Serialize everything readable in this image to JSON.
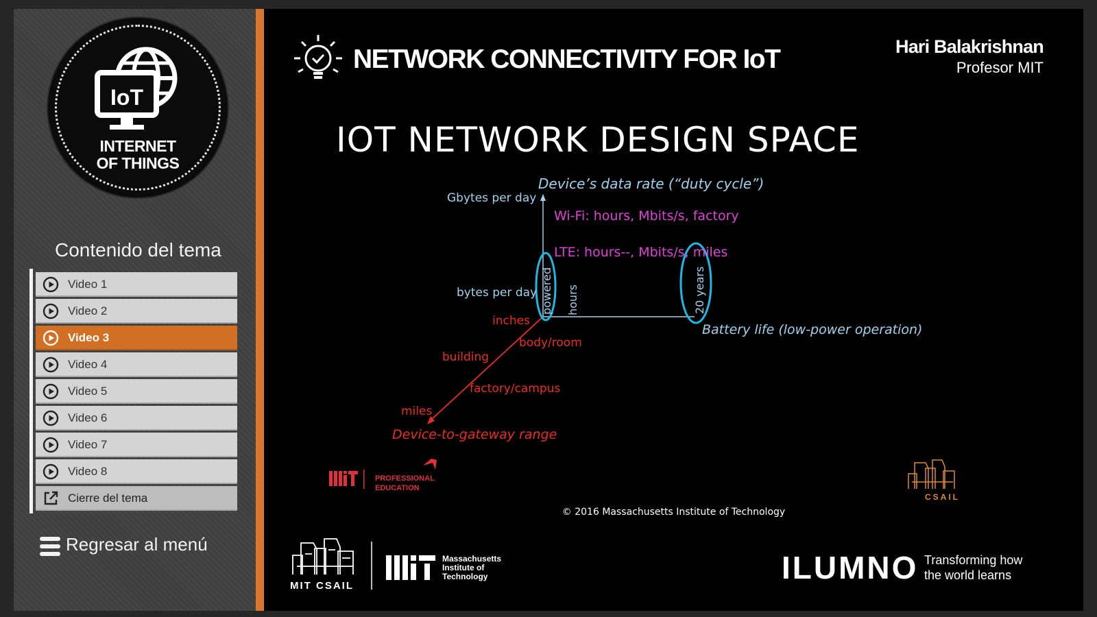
{
  "badge": {
    "icon_label": "IoT",
    "line1": "INTERNET",
    "line2": "OF THINGS"
  },
  "sidebar": {
    "toc_title": "Contenido del tema",
    "items": [
      {
        "label": "Video 1",
        "active": false
      },
      {
        "label": "Video 2",
        "active": false
      },
      {
        "label": "Video 3",
        "active": true
      },
      {
        "label": "Video 4",
        "active": false
      },
      {
        "label": "Video 5",
        "active": false
      },
      {
        "label": "Video 6",
        "active": false
      },
      {
        "label": "Video 7",
        "active": false
      },
      {
        "label": "Video 8",
        "active": false
      }
    ],
    "close_label": "Cierre del tema",
    "back_label": "Regresar al menú"
  },
  "header": {
    "course_title": "NETWORK CONNECTIVITY FOR IoT",
    "presenter_name": "Hari Balakrishnan",
    "presenter_role": "Profesor MIT"
  },
  "slide": {
    "title": "IOT NETWORK DESIGN SPACE",
    "labels": {
      "duty_cycle": "Device’s data rate (“duty cycle”)",
      "gbytes": "Gbytes per day",
      "wifi": "Wi-Fi: hours, Mbits/s, factory",
      "lte": "LTE: hours--, Mbits/s, miles",
      "bytes": "bytes per day",
      "powered": "powered",
      "hours": "hours",
      "years": "20 years",
      "battery": "Battery life (low-power operation)",
      "inches": "inches",
      "body_room": "body/room",
      "building": "building",
      "factory_campus": "factory/campus",
      "miles": "miles",
      "range": "Device-to-gateway range"
    },
    "copyright": "© 2016 Massachusetts Institute of Technology",
    "mitpe_text": "PROFESSIONAL\nEDUCATION",
    "csail_small": "CSAIL"
  },
  "footer": {
    "mitcsail": "MIT CSAIL",
    "mit_text": "Massachusetts\nInstitute of\nTechnology",
    "ilumno": "ILUMNO",
    "ilumno_tagline": "Transforming how\nthe world learns"
  },
  "colors": {
    "accent": "#d9772b",
    "cyan": "#1ab9e6",
    "magenta": "#e040d8",
    "red": "#ee2a24",
    "lightblue": "#9ed3ee"
  }
}
